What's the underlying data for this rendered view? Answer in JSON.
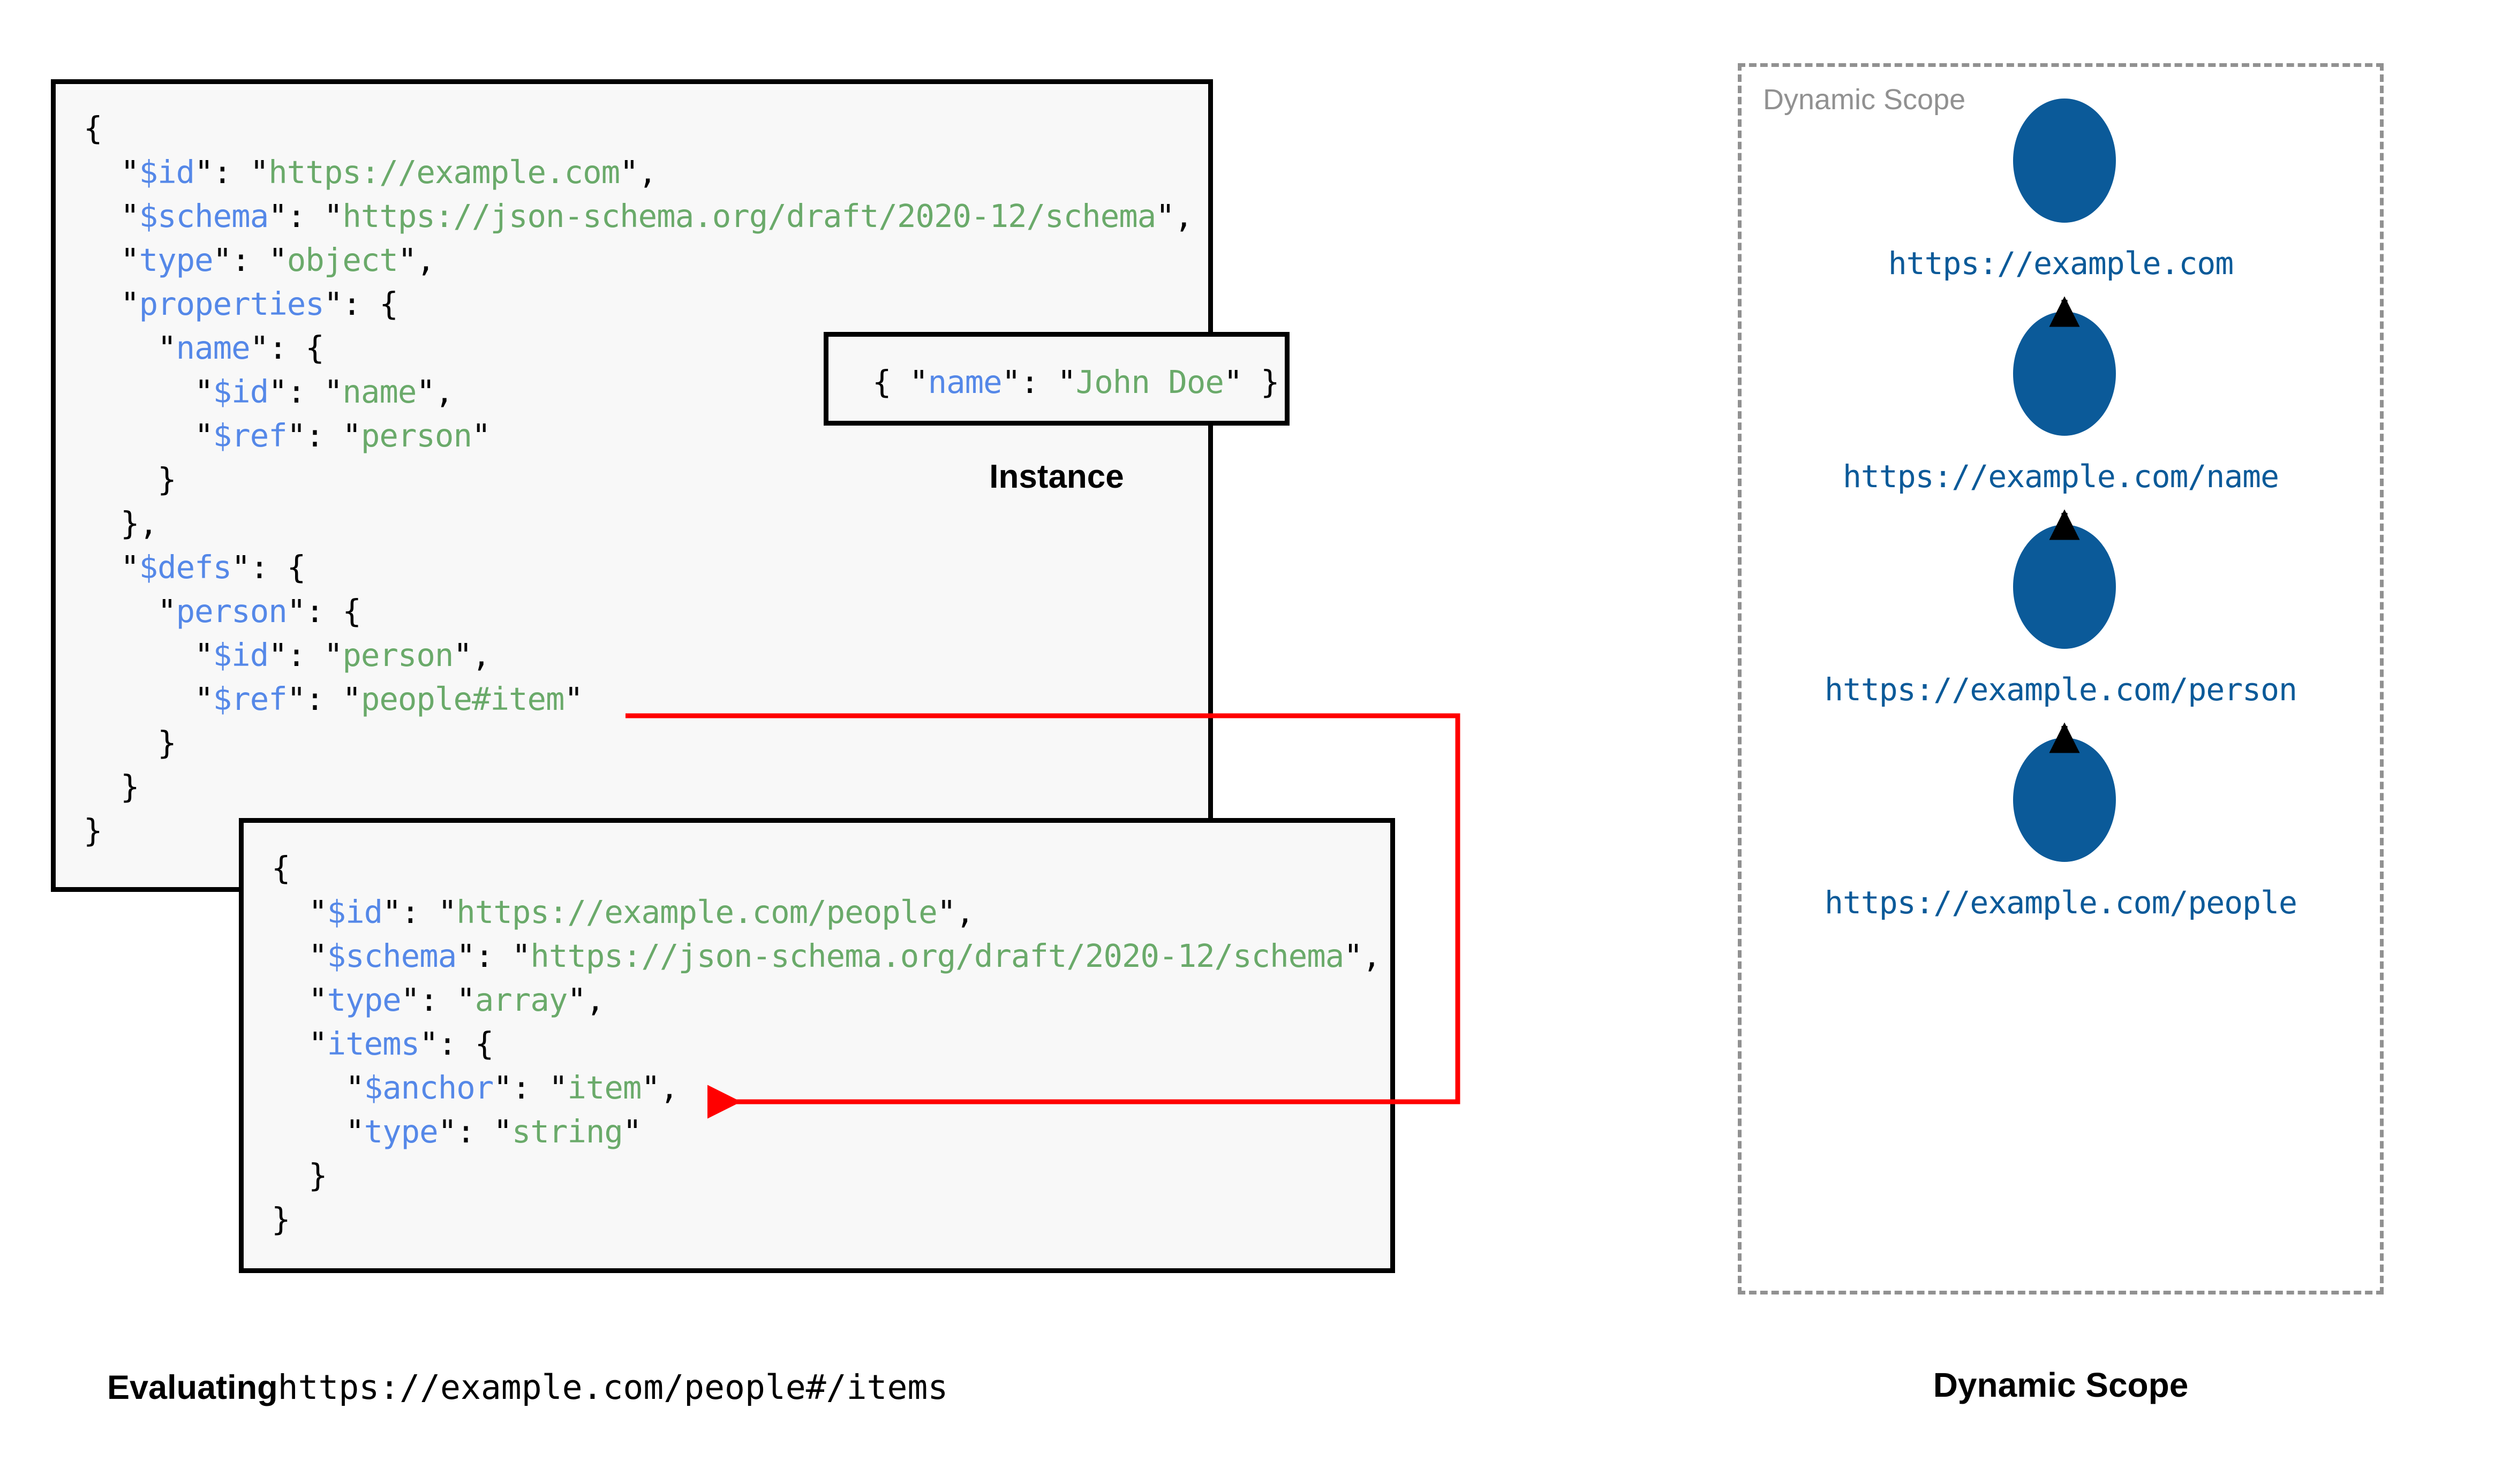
{
  "colors": {
    "json_key": "#5588e8",
    "json_string": "#6aaa6a",
    "json_punct": "#000000",
    "box_border": "#000000",
    "box_fill": "#f8f8f8",
    "ref_arrow": "#ff0000",
    "scope_dash": "#919191",
    "scope_node": "#0b5a99",
    "scope_label_text": "#0b5a99",
    "scope_title_text": "#919191",
    "page_background": "#ffffff"
  },
  "schema_box_1": {
    "name": "root-schema",
    "lines": [
      [
        {
          "t": "{",
          "c": "punct"
        }
      ],
      [
        {
          "t": "  \"",
          "c": "punct"
        },
        {
          "t": "$id",
          "c": "key"
        },
        {
          "t": "\": \"",
          "c": "punct"
        },
        {
          "t": "https://example.com",
          "c": "str"
        },
        {
          "t": "\",",
          "c": "punct"
        }
      ],
      [
        {
          "t": "  \"",
          "c": "punct"
        },
        {
          "t": "$schema",
          "c": "key"
        },
        {
          "t": "\": \"",
          "c": "punct"
        },
        {
          "t": "https://json-schema.org/draft/2020-12/schema",
          "c": "str"
        },
        {
          "t": "\",",
          "c": "punct"
        }
      ],
      [
        {
          "t": "  \"",
          "c": "punct"
        },
        {
          "t": "type",
          "c": "key"
        },
        {
          "t": "\": \"",
          "c": "punct"
        },
        {
          "t": "object",
          "c": "str"
        },
        {
          "t": "\",",
          "c": "punct"
        }
      ],
      [
        {
          "t": "  \"",
          "c": "punct"
        },
        {
          "t": "properties",
          "c": "key"
        },
        {
          "t": "\": {",
          "c": "punct"
        }
      ],
      [
        {
          "t": "    \"",
          "c": "punct"
        },
        {
          "t": "name",
          "c": "key"
        },
        {
          "t": "\": {",
          "c": "punct"
        }
      ],
      [
        {
          "t": "      \"",
          "c": "punct"
        },
        {
          "t": "$id",
          "c": "key"
        },
        {
          "t": "\": \"",
          "c": "punct"
        },
        {
          "t": "name",
          "c": "str"
        },
        {
          "t": "\",",
          "c": "punct"
        }
      ],
      [
        {
          "t": "      \"",
          "c": "punct"
        },
        {
          "t": "$ref",
          "c": "key"
        },
        {
          "t": "\": \"",
          "c": "punct"
        },
        {
          "t": "person",
          "c": "str"
        },
        {
          "t": "\"",
          "c": "punct"
        }
      ],
      [
        {
          "t": "    }",
          "c": "punct"
        }
      ],
      [
        {
          "t": "  },",
          "c": "punct"
        }
      ],
      [
        {
          "t": "  \"",
          "c": "punct"
        },
        {
          "t": "$defs",
          "c": "key"
        },
        {
          "t": "\": {",
          "c": "punct"
        }
      ],
      [
        {
          "t": "    \"",
          "c": "punct"
        },
        {
          "t": "person",
          "c": "key"
        },
        {
          "t": "\": {",
          "c": "punct"
        }
      ],
      [
        {
          "t": "      \"",
          "c": "punct"
        },
        {
          "t": "$id",
          "c": "key"
        },
        {
          "t": "\": \"",
          "c": "punct"
        },
        {
          "t": "person",
          "c": "str"
        },
        {
          "t": "\",",
          "c": "punct"
        }
      ],
      [
        {
          "t": "      \"",
          "c": "punct"
        },
        {
          "t": "$ref",
          "c": "key"
        },
        {
          "t": "\": \"",
          "c": "punct"
        },
        {
          "t": "people#item",
          "c": "str"
        },
        {
          "t": "\"",
          "c": "punct"
        }
      ],
      [
        {
          "t": "    }",
          "c": "punct"
        }
      ],
      [
        {
          "t": "  }",
          "c": "punct"
        }
      ],
      [
        {
          "t": "}",
          "c": "punct"
        }
      ]
    ]
  },
  "instance_box": {
    "name": "instance",
    "caption": "Instance",
    "lines": [
      [
        {
          "t": "{ \"",
          "c": "punct"
        },
        {
          "t": "name",
          "c": "key"
        },
        {
          "t": "\": \"",
          "c": "punct"
        },
        {
          "t": "John Doe",
          "c": "str"
        },
        {
          "t": "\" }",
          "c": "punct"
        }
      ]
    ]
  },
  "schema_box_2": {
    "name": "people-schema",
    "lines": [
      [
        {
          "t": "{",
          "c": "punct"
        }
      ],
      [
        {
          "t": "  \"",
          "c": "punct"
        },
        {
          "t": "$id",
          "c": "key"
        },
        {
          "t": "\": \"",
          "c": "punct"
        },
        {
          "t": "https://example.com/people",
          "c": "str"
        },
        {
          "t": "\",",
          "c": "punct"
        }
      ],
      [
        {
          "t": "  \"",
          "c": "punct"
        },
        {
          "t": "$schema",
          "c": "key"
        },
        {
          "t": "\": \"",
          "c": "punct"
        },
        {
          "t": "https://json-schema.org/draft/2020-12/schema",
          "c": "str"
        },
        {
          "t": "\",",
          "c": "punct"
        }
      ],
      [
        {
          "t": "  \"",
          "c": "punct"
        },
        {
          "t": "type",
          "c": "key"
        },
        {
          "t": "\": \"",
          "c": "punct"
        },
        {
          "t": "array",
          "c": "str"
        },
        {
          "t": "\",",
          "c": "punct"
        }
      ],
      [
        {
          "t": "  \"",
          "c": "punct"
        },
        {
          "t": "items",
          "c": "key"
        },
        {
          "t": "\": {",
          "c": "punct"
        }
      ],
      [
        {
          "t": "    \"",
          "c": "punct"
        },
        {
          "t": "$anchor",
          "c": "key"
        },
        {
          "t": "\": \"",
          "c": "punct"
        },
        {
          "t": "item",
          "c": "str"
        },
        {
          "t": "\",",
          "c": "punct"
        }
      ],
      [
        {
          "t": "    \"",
          "c": "punct"
        },
        {
          "t": "type",
          "c": "key"
        },
        {
          "t": "\": \"",
          "c": "punct"
        },
        {
          "t": "string",
          "c": "str"
        },
        {
          "t": "\"",
          "c": "punct"
        }
      ],
      [
        {
          "t": "  }",
          "c": "punct"
        }
      ],
      [
        {
          "t": "}",
          "c": "punct"
        }
      ]
    ]
  },
  "ref_arrow": {
    "name": "ref-resolution-arrow",
    "from": "\"$ref\": \"people#item\"",
    "to": "\"$anchor\": \"item\""
  },
  "left_caption": {
    "label": "Evaluating",
    "uri": "https://example.com/people#/items"
  },
  "dynamic_scope": {
    "title": "Dynamic Scope",
    "caption": "Dynamic Scope",
    "nodes": [
      {
        "label": "https://example.com"
      },
      {
        "label": "https://example.com/name"
      },
      {
        "label": "https://example.com/person"
      },
      {
        "label": "https://example.com/people"
      }
    ],
    "edge_count": 3,
    "edge_direction": "down"
  }
}
